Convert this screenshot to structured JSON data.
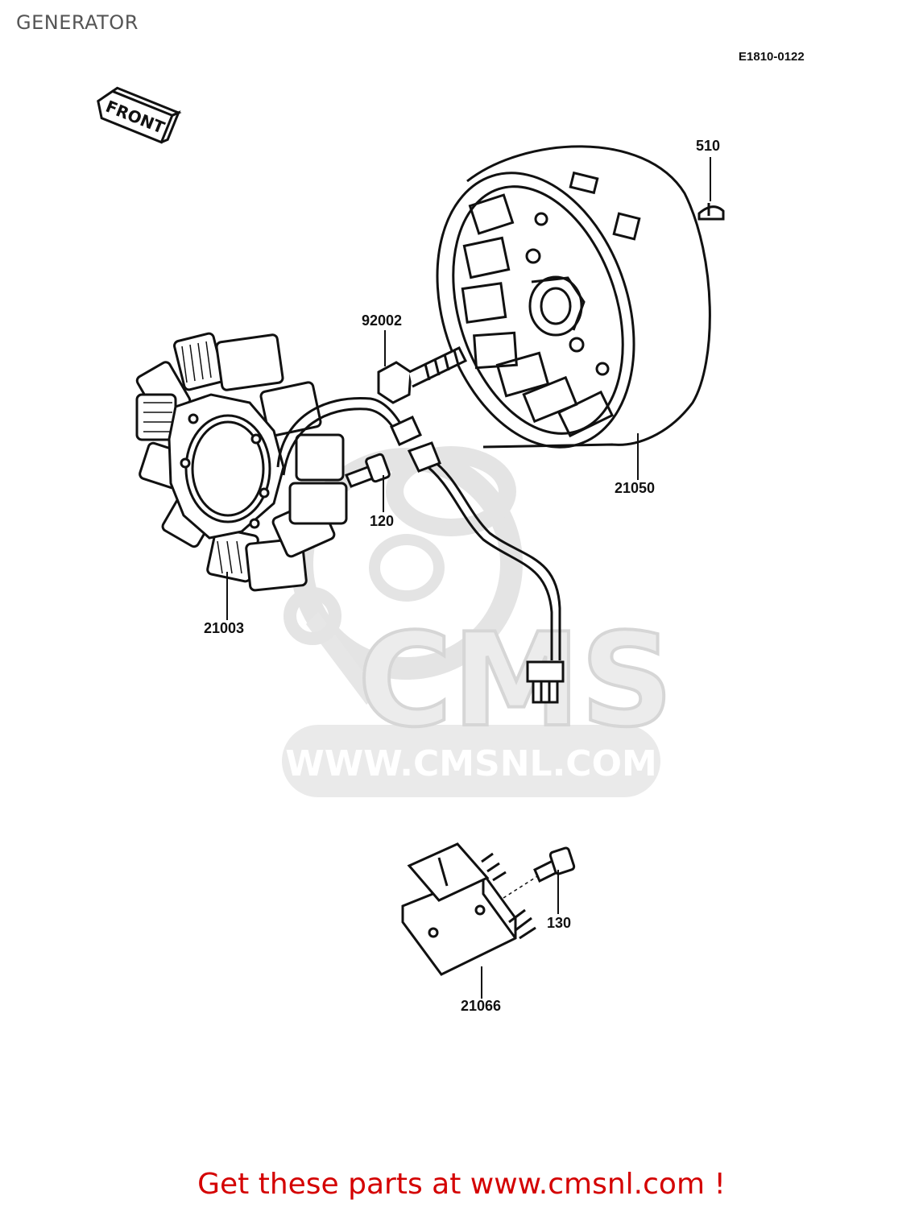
{
  "page": {
    "title": "GENERATOR",
    "diagram_code": "E1810-0122",
    "front_arrow_label": "FRONT"
  },
  "watermark": {
    "logo_text": "CMS",
    "url_text": "WWW.CMSNL.COM"
  },
  "parts": [
    {
      "number": "510",
      "component": "key"
    },
    {
      "number": "92002",
      "component": "rotor-bolt"
    },
    {
      "number": "21050",
      "component": "rotor-flywheel"
    },
    {
      "number": "120",
      "component": "stator-bolt"
    },
    {
      "number": "21003",
      "component": "stator-coil"
    },
    {
      "number": "130",
      "component": "regulator-bolt"
    },
    {
      "number": "21066",
      "component": "regulator-rectifier"
    }
  ],
  "banner": {
    "text": "Get these parts at www.cmsnl.com !"
  },
  "colors": {
    "banner": "#d40000",
    "title": "#555555",
    "line_art": "#111111",
    "watermark": "#e6e6e6"
  }
}
